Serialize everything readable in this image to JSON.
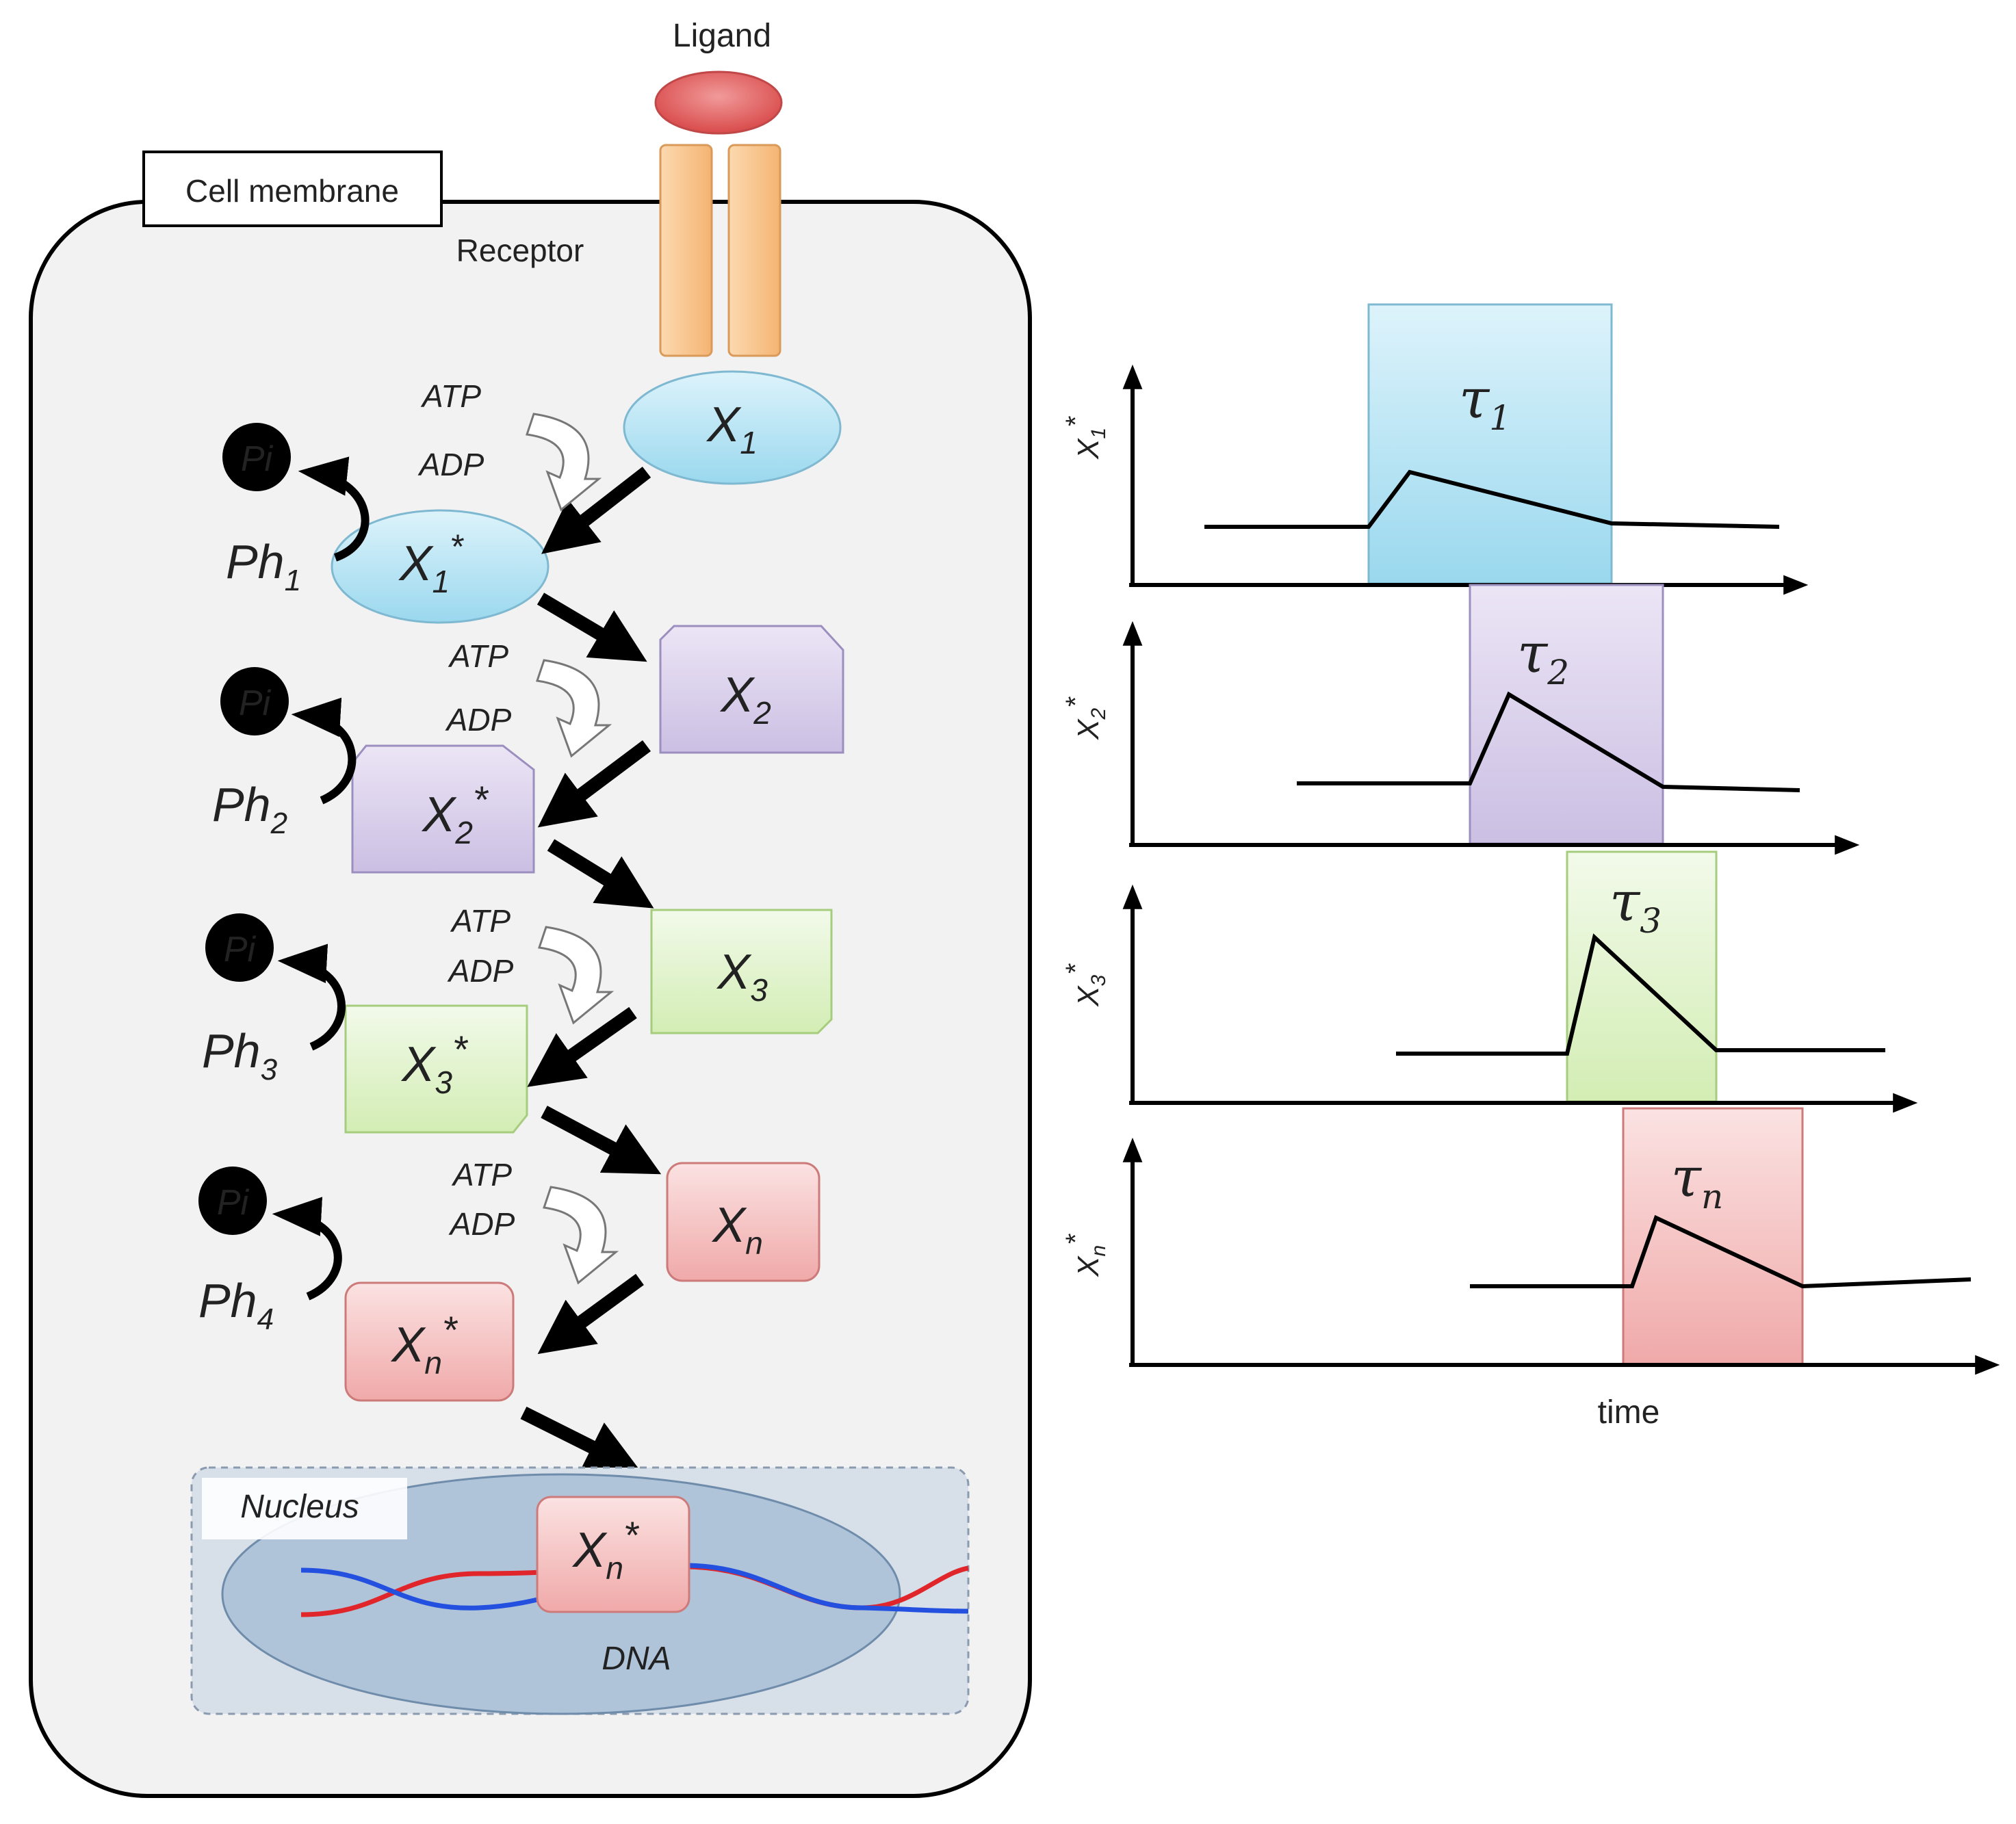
{
  "labels": {
    "ligand": "Ligand",
    "cell_membrane": "Cell membrane",
    "receptor": "Receptor",
    "nucleus": "Nucleus",
    "dna": "DNA",
    "time": "time"
  },
  "species": {
    "x1": "X",
    "x1_sub": "1",
    "x1s": "X",
    "x1s_sub": "1",
    "x1s_sup": "*",
    "x2": "X",
    "x2_sub": "2",
    "x2s": "X",
    "x2s_sub": "2",
    "x2s_sup": "*",
    "x3": "X",
    "x3_sub": "3",
    "x3s": "X",
    "x3s_sub": "3",
    "x3s_sup": "*",
    "xn": "X",
    "xn_sub": "n",
    "xns": "X",
    "xns_sub": "n",
    "xns_sup": "*",
    "xnuc": "X",
    "xnuc_sub": "n",
    "xnuc_sup": "*"
  },
  "cofactors": [
    {
      "atp": "ATP",
      "adp": "ADP",
      "pi": "Pi",
      "ph": "Ph",
      "ph_sub": "1"
    },
    {
      "atp": "ATP",
      "adp": "ADP",
      "pi": "Pi",
      "ph": "Ph",
      "ph_sub": "2"
    },
    {
      "atp": "ATP",
      "adp": "ADP",
      "pi": "Pi",
      "ph": "Ph",
      "ph_sub": "3"
    },
    {
      "atp": "ATP",
      "adp": "ADP",
      "pi": "Pi",
      "ph": "Ph",
      "ph_sub": "4"
    }
  ],
  "plots": [
    {
      "y": "X",
      "y_sub": "1",
      "y_sup": "*",
      "tau": "τ",
      "tau_sub": "1"
    },
    {
      "y": "X",
      "y_sub": "2",
      "y_sup": "*",
      "tau": "τ",
      "tau_sub": "2"
    },
    {
      "y": "X",
      "y_sub": "3",
      "y_sup": "*",
      "tau": "τ",
      "tau_sub": "3"
    },
    {
      "y": "X",
      "y_sub": "n",
      "y_sup": "*",
      "tau": "τ",
      "tau_sub": "n"
    }
  ],
  "colors": {
    "blue_fill": "#bfe6f3",
    "blue_stroke": "#7fb9d1",
    "purple_fill": "#ddd3ec",
    "purple_stroke": "#9c8fc0",
    "green_fill": "#e4f3cf",
    "green_stroke": "#a6cd7e",
    "red_fill": "#f7c9c9",
    "red_stroke": "#cc7a7a",
    "cell_fill": "#f2f2f2",
    "nucleus_fill": "#a8bfd6",
    "receptor_fill": "#f7c48a",
    "ligand_fill": "#e36a6a"
  }
}
